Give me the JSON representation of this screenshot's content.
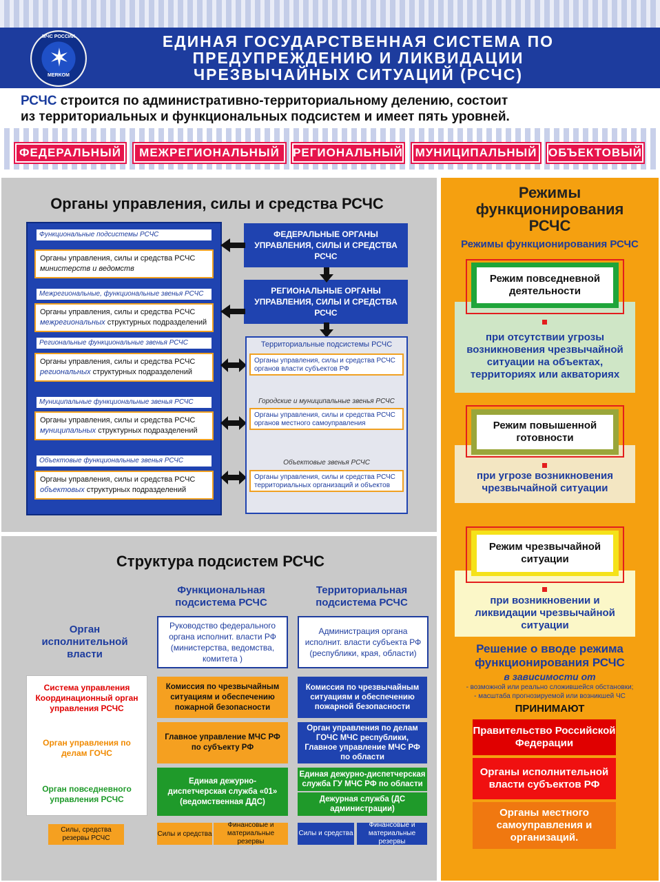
{
  "header": {
    "title_line1": "ЕДИНАЯ ГОСУДАРСТВЕННАЯ СИСТЕМА ПО",
    "title_line2": "ПРЕДУПРЕЖДЕНИЮ И ЛИКВИДАЦИИ",
    "title_line3": "ЧРЕЗВЫЧАЙНЫХ СИТУАЦИЙ (РСЧС)",
    "logo_text_top": "МЧС РОССИИ",
    "logo_text_bottom": "MERKOM"
  },
  "intro": {
    "lead": "РСЧС",
    "text1": " строится по административно-территориальному делению, состоит",
    "text2": "из территориальных и функциональных подсистем и имеет пять уровней."
  },
  "levels": [
    "ФЕДЕРАЛЬНЫЙ",
    "МЕЖРЕГИОНАЛЬНЫЙ",
    "РЕГИОНАЛЬНЫЙ",
    "МУНИЦИПАЛЬНЫЙ",
    "ОБЪЕКТОВЫЙ"
  ],
  "organs": {
    "title": "Органы управления, силы и средства РСЧС",
    "functional": [
      {
        "label": "Функциональные подсистемы РСЧС",
        "line1": "Органы управления, силы и средства РСЧС",
        "line2": "министерств и ведомств",
        "em": ""
      },
      {
        "label": "Межрегиональные, функциональные звенья РСЧС",
        "line1": "Органы управления, силы и средства РСЧС",
        "em": "межрегиональных",
        "line2": " структурных подразделений"
      },
      {
        "label": "Региональные  функциональные звенья РСЧС",
        "line1": "Органы управления, силы и средства РСЧС",
        "em": "региональных",
        "line2": "  структурных подразделений"
      },
      {
        "label": "Муниципальные  функциональные звенья РСЧС",
        "line1": "Органы управления, силы и средства РСЧС",
        "em": "муниципальных",
        "line2": " структурных подразделений"
      },
      {
        "label": "Объектовые  функциональные звенья РСЧС",
        "line1": "Органы управления, силы и средства РСЧС",
        "em": "объектовых",
        "line2": "   структурных подразделений"
      }
    ],
    "federal": "ФЕДЕРАЛЬНЫЕ ОРГАНЫ УПРАВЛЕНИЯ, СИЛЫ И СРЕДСТВА РСЧС",
    "regional": "РЕГИОНАЛЬНЫЕ ОРГАНЫ УПРАВЛЕНИЯ, СИЛЫ И СРЕДСТВА  РСЧС",
    "territorial_title": "Территориальные   подсистемы   РСЧС",
    "territorial_box1": "Органы управления, силы и средства РСЧС органов власти субъектов РФ",
    "city_label": "Городские и муниципальные звенья РСЧС",
    "territorial_box2": "Органы управления, силы и средства РСЧС органов местного самоуправления",
    "object_label": "Объектовые звенья РСЧС",
    "territorial_box3": "Органы управления, силы и средства РСЧС территориальных организаций и объектов"
  },
  "structure": {
    "title": "Структура  подсистем  РСЧС",
    "func_header": "Функциональная подсистема РСЧС",
    "terr_header": "Территориальная подсистема РСЧС",
    "exec_label": "Орган исполнительной власти",
    "func_lead": "Руководство федерального органа исполнит. власти РФ (министерства, ведомства, комитета )",
    "terr_lead": "Администрация органа исполнит. власти субъекта РФ (республики, края, области)",
    "left_red": "Система управления Координационный орган управления РСЧС",
    "left_orange": "Орган управления по делам ГОЧС",
    "left_green": "Орган повседневного управления РСЧС",
    "left_forces": "Силы, средства резервы РСЧС",
    "func_commission": "Комиссия по чрезвычайным ситуациям и обеспечению пожарной безопасности",
    "func_main": "Главное управление МЧС РФ по субъекту РФ",
    "func_duty": "Единая дежурно-диспетчерская служба «01» (ведомственная ДДС)",
    "func_forces": "Силы и средства",
    "func_reserves": "Финансовые и материальные резервы",
    "terr_commission": "Комиссия по чрезвычайным ситуациям и обеспечению пожарной безопасности",
    "terr_organ": "Орган управления по делам ГОЧС МЧС республики, Главное управление МЧС РФ по области",
    "terr_duty1": "Единая дежурно-диспетчерская служба  ГУ МЧС РФ по области",
    "terr_duty2": "Дежурная служба (ДС администрации)",
    "terr_forces": "Силы и средства",
    "terr_reserves": "Финансовые и материальные резервы"
  },
  "modes": {
    "title_line1": "Режимы",
    "title_line2": "функционирования",
    "title_line3": "РСЧС",
    "subtitle": "Режимы функционирования  РСЧС",
    "mode1": "Режим повседневной деятельности",
    "mode1_desc": "при отсутствии угрозы возникновения чрезвычайной ситуации на объектах, территориях или акваториях",
    "mode2": "Режим повышенной готовности",
    "mode2_desc": "при угрозе возникновения чрезвычайной ситуации",
    "mode3": "Режим чрезвычайной ситуации",
    "mode3_desc": "при возникновении и ликвидации чрезвычайной ситуации",
    "decision_line1": "Решение о вводе режима",
    "decision_line2": "функционирования РСЧС",
    "depends": "в зависимости от",
    "cond1": "- возможной или реально сложившейся обстановки;",
    "cond2": "- масштаба прогнозируемой или возникшей ЧС",
    "accepts": "ПРИНИМАЮТ",
    "auth1": "Правительство Российской Федерации",
    "auth2": "Органы исполнительной власти субъектов РФ",
    "auth3": "Органы местного самоуправления и организаций."
  },
  "colors": {
    "blue": "#1d3c9e",
    "red": "#e6144b",
    "orange": "#f5a010",
    "green": "#1f9a2a"
  }
}
